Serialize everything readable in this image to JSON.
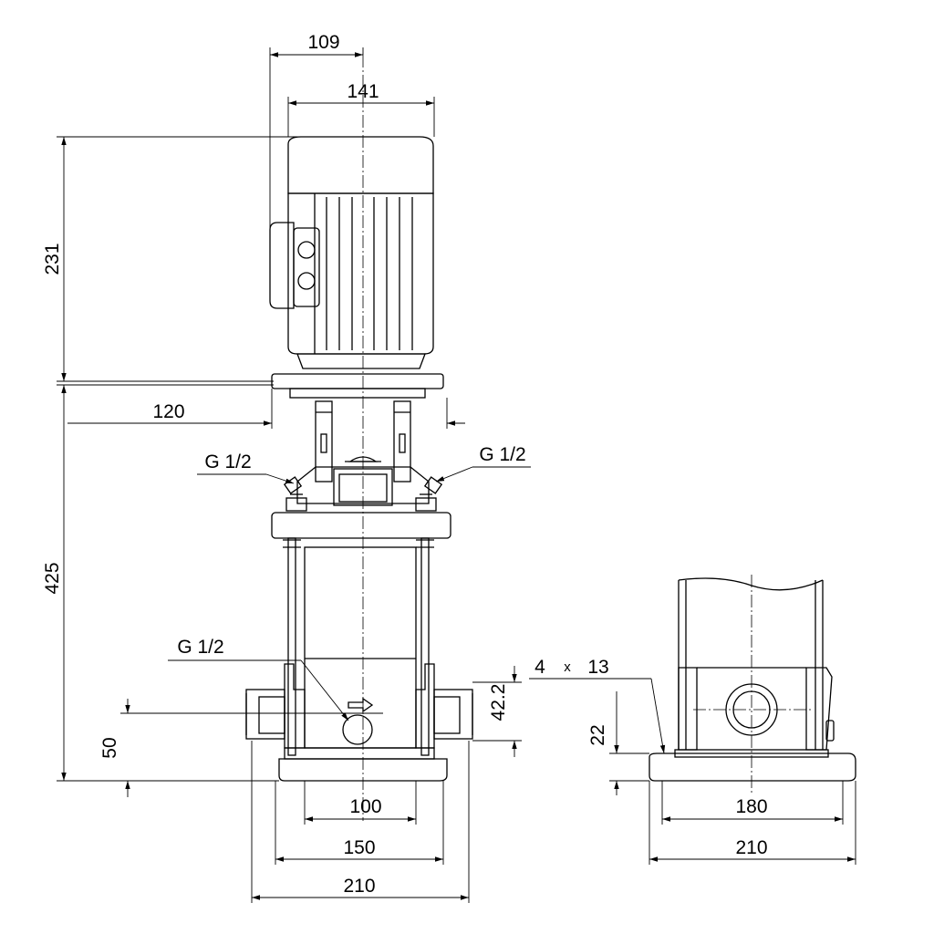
{
  "drawing": {
    "dimensions": {
      "motor_fan_width": "109",
      "motor_width": "141",
      "motor_height": "231",
      "flange_offset": "120",
      "pump_height": "425",
      "inlet_height": "50",
      "port_offset": "42.2",
      "base_hole_spacing": "100",
      "base_depth_inner": "150",
      "base_depth_outer": "210",
      "side_base_inner": "180",
      "side_base_outer": "210",
      "base_thickness": "22",
      "holes_count": "4",
      "holes_times": "x",
      "holes_diameter": "13"
    },
    "port_labels": {
      "vent_left": "G 1/2",
      "vent_right": "G 1/2",
      "drain": "G 1/2"
    }
  }
}
